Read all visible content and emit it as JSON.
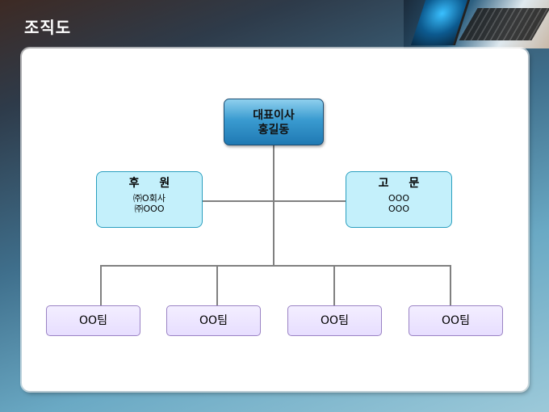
{
  "slide": {
    "title": "조직도"
  },
  "org": {
    "ceo": {
      "line1": "대표이사",
      "line2": "홍길동"
    },
    "sponsor": {
      "label": "후 원",
      "line1": "㈜O회사",
      "line2": "㈜OOO"
    },
    "advisor": {
      "label": "고 문",
      "line1": "OOO",
      "line2": "OOO"
    },
    "teams": [
      "OO팀",
      "OO팀",
      "OO팀",
      "OO팀"
    ]
  },
  "colors": {
    "ceo_fill": "#3a9bd0",
    "side_fill": "#c4f0fb",
    "team_fill": "#e7deff",
    "connector": "#808080"
  }
}
